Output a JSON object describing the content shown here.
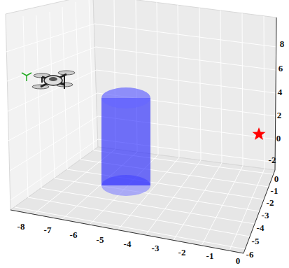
{
  "diagram": {
    "labels": [
      "-8",
      "-7",
      "-6",
      "-5",
      "-4",
      "-3",
      "-2",
      "-1",
      "0",
      "0",
      "-1",
      "-2",
      "-3",
      "-4",
      "-5",
      "-6",
      "8",
      "6",
      "4",
      "2",
      "0",
      "-2"
    ]
  }
}
